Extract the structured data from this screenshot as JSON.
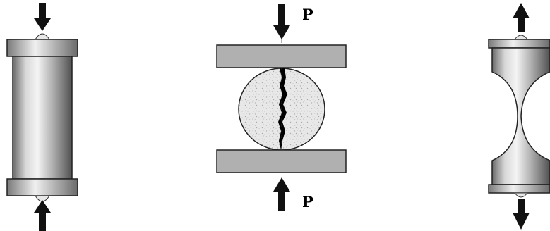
{
  "labels": {
    "load_top": "P",
    "load_bottom": "P"
  },
  "colors": {
    "arrow": "#111111",
    "outline": "#222222",
    "platen": "#b0b0b0",
    "crack": "#000000",
    "disk_fill": "#e6e6e6",
    "cylinder_light": "#f2f2f2",
    "cylinder_dark": "#6a6a6a",
    "axis_line": "#666666"
  },
  "panels": [
    {
      "name": "compression-test",
      "icon": "cylinder-under-compression"
    },
    {
      "name": "splitting-tensile-test",
      "icon": "cracked-disk-between-platens"
    },
    {
      "name": "direct-tension-test",
      "icon": "dogbone-under-tension"
    }
  ]
}
